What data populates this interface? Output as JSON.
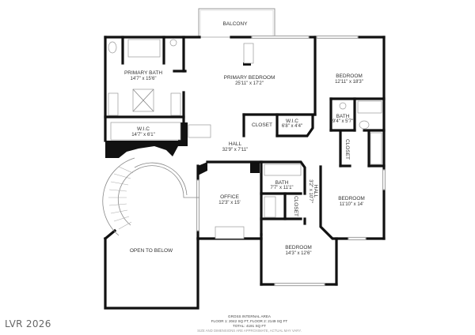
{
  "rooms": {
    "balcony": {
      "name": "BALCONY"
    },
    "primary_bath": {
      "name": "PRIMARY BATH",
      "dims": "14'7\" x 15'6\""
    },
    "primary_bedroom": {
      "name": "PRIMARY BEDROOM",
      "dims": "25'11\" x 17'2\""
    },
    "bedroom_ne": {
      "name": "BEDROOM",
      "dims": "12'11\" x 18'3\""
    },
    "wic_primary": {
      "name": "W.I.C",
      "dims": "14'7\" x 6'1\""
    },
    "closet_hall": {
      "name": "CLOSET"
    },
    "wic_small": {
      "name": "W.I.C",
      "dims": "6'8\" x 4'4\""
    },
    "bath_ne": {
      "name": "BATH",
      "dims": "9'4\" x 5'7\""
    },
    "closet_e": {
      "name": "CLOSET"
    },
    "hall_main": {
      "name": "HALL",
      "dims": "32'9\" x 7'11\""
    },
    "office": {
      "name": "OFFICE",
      "dims": "12'3\" x 15'"
    },
    "bath_center": {
      "name": "BATH",
      "dims": "7'7\" x 11'1\""
    },
    "closet_center": {
      "name": "CLOSET"
    },
    "hall_small": {
      "name": "HALL",
      "dims": "3'2\" x 10'7\""
    },
    "bedroom_e": {
      "name": "BEDROOM",
      "dims": "11'10\" x 14'"
    },
    "bedroom_s": {
      "name": "BEDROOM",
      "dims": "14'3\" x 12'6\""
    },
    "open_to_below": {
      "name": "OPEN TO BELOW"
    }
  },
  "footer": {
    "line1": "GROSS INTERNAL AREA",
    "line2": "FLOOR 1: 2042 SQ FT, FLOOR 2: 2149 SQ FT",
    "line3": "TOTAL: 4191 SQ FT",
    "line4": "SIZE AND DIMENSIONS ARE APPROXIMATE, ACTUAL MAY VARY."
  },
  "watermark": "LVR 2026",
  "colors": {
    "wall": "#111111",
    "label": "#333333",
    "background": "#ffffff"
  }
}
